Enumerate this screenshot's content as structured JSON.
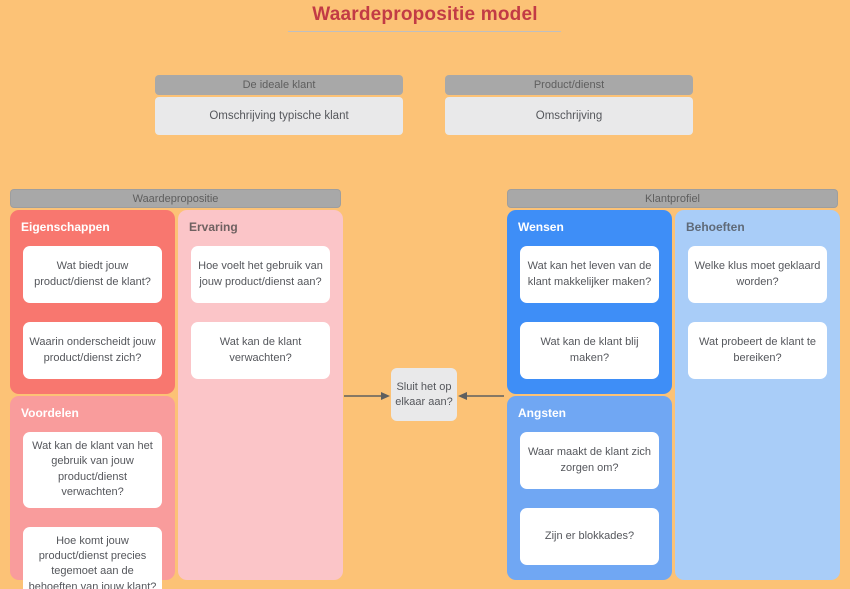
{
  "title": {
    "text": "Waardepropositie model"
  },
  "top_boxes": [
    {
      "header": "De ideale klant",
      "body": "Omschrijving typische klant"
    },
    {
      "header": "Product/dienst",
      "body": "Omschrijving"
    }
  ],
  "left_panel": {
    "header": "Waardepropositie",
    "sections": {
      "eigenschappen": {
        "title": "Eigenschappen",
        "cards": [
          "Wat biedt jouw product/dienst de klant?",
          "Waarin onderscheidt jouw product/dienst zich?"
        ]
      },
      "voordelen": {
        "title": "Voordelen",
        "cards": [
          "Wat kan de klant van het gebruik van jouw product/dienst verwachten?",
          "Hoe komt jouw product/dienst precies tegemoet aan de behoeften van jouw klant?"
        ]
      },
      "ervaring": {
        "title": "Ervaring",
        "cards": [
          "Hoe voelt het gebruik van jouw product/dienst aan?",
          "Wat kan de klant verwachten?"
        ]
      }
    }
  },
  "right_panel": {
    "header": "Klantprofiel",
    "sections": {
      "wensen": {
        "title": "Wensen",
        "cards": [
          "Wat kan het leven van de klant makkelijker maken?",
          "Wat kan de klant blij maken?"
        ]
      },
      "angsten": {
        "title": "Angsten",
        "cards": [
          "Waar maakt de klant zich zorgen om?",
          "Zijn er blokkades?"
        ]
      },
      "behoeften": {
        "title": "Behoeften",
        "cards": [
          "Welke klus moet geklaard worden?",
          "Wat probeert de klant te bereiken?"
        ]
      }
    }
  },
  "connector": {
    "label": "Sluit het op elkaar aan?"
  },
  "colors": {
    "background": "#FCC276",
    "title_red": "#C23B45",
    "gray_header": "#A8A8A8",
    "gray_box": "#E9E9EA",
    "red_strong": "#F8776F",
    "red_light": "#F99C9C",
    "pink": "#FBC5C8",
    "blue_strong": "#3E8EF7",
    "blue_medium": "#70A7F3",
    "blue_light": "#A9CDF8",
    "card_text": "#55575C",
    "arrow": "#5F5F5F"
  }
}
